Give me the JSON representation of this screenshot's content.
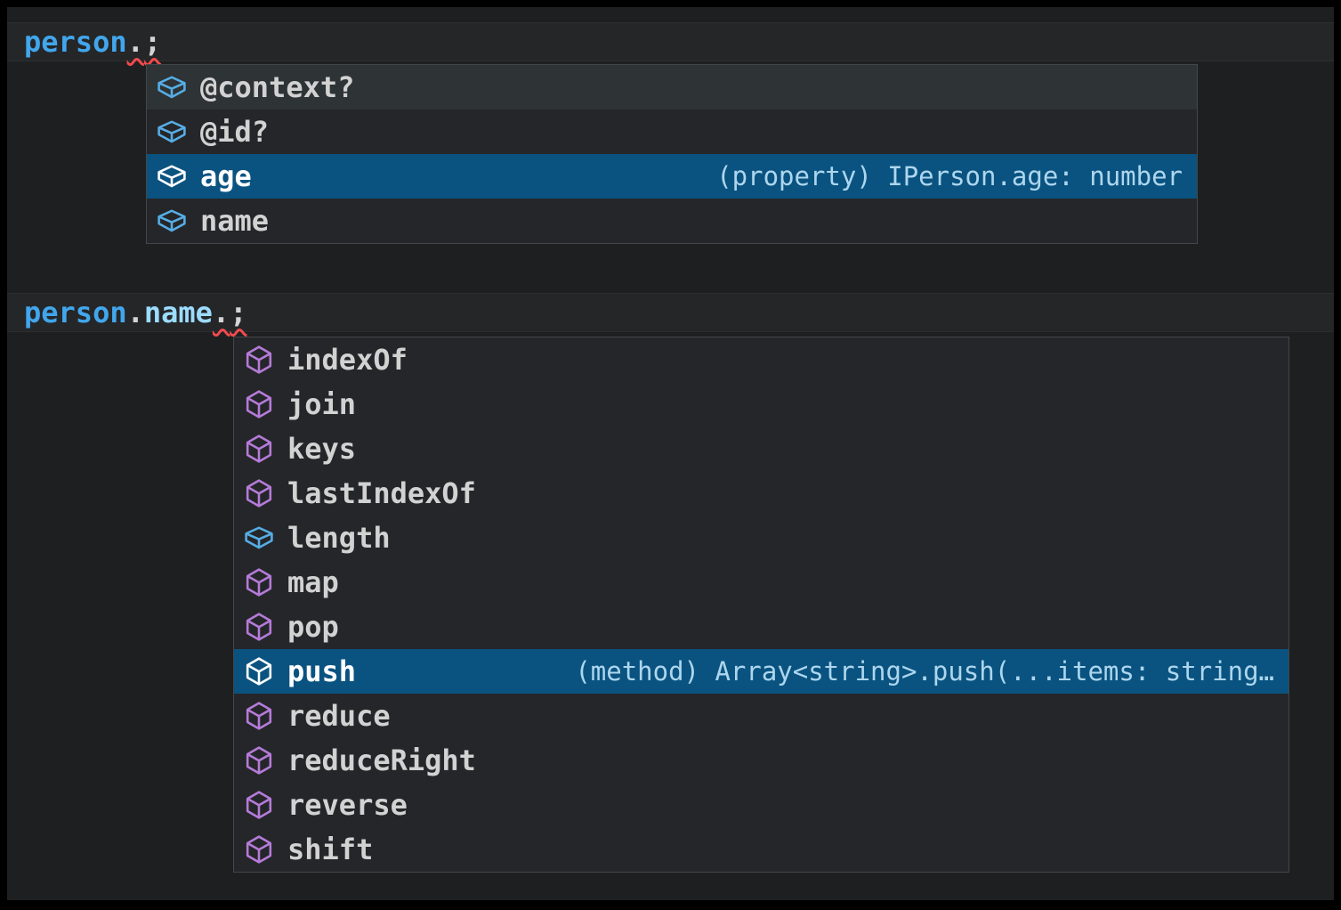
{
  "colors": {
    "frame": "#000000",
    "editor_bg": "#1E1F20",
    "line_highlight_bg": "#242628",
    "line_highlight_border": "#2B2D2F",
    "widget_bg": "#252629",
    "widget_border": "#43474A",
    "row_hover_bg": "#2E3335",
    "row_selected_bg": "#0A5380",
    "label_color": "#D2D2D2",
    "label_selected_color": "#FFFFFF",
    "detail_color": "#ADD6EE",
    "method_icon_color": "#B57BD9",
    "field_icon_color": "#56ADE5",
    "selected_icon_color": "#FFFFFF",
    "variable_color": "#42A6EC",
    "property_color": "#9CDCFE",
    "punctuation_color": "#D4D4D4",
    "squiggle_color": "#F04A4D"
  },
  "code": {
    "line1": {
      "tokens": [
        {
          "text": "person",
          "style": "variable",
          "error": false
        },
        {
          "text": ".",
          "style": "punctuation",
          "error": true
        },
        {
          "text": ";",
          "style": "punctuation",
          "error": true
        }
      ]
    },
    "line2": {
      "tokens": [
        {
          "text": "person",
          "style": "variable",
          "error": false
        },
        {
          "text": ".",
          "style": "punctuation",
          "error": false
        },
        {
          "text": "name",
          "style": "property",
          "error": false
        },
        {
          "text": ".",
          "style": "punctuation",
          "error": true
        },
        {
          "text": ";",
          "style": "punctuation",
          "error": true
        }
      ]
    }
  },
  "suggest_widgets": [
    {
      "id": "suggest1",
      "items": [
        {
          "label": "@context?",
          "kind": "field",
          "state": "hovered",
          "detail": ""
        },
        {
          "label": "@id?",
          "kind": "field",
          "state": "normal",
          "detail": ""
        },
        {
          "label": "age",
          "kind": "field",
          "state": "selected",
          "detail": "(property) IPerson.age: number"
        },
        {
          "label": "name",
          "kind": "field",
          "state": "normal",
          "detail": ""
        }
      ]
    },
    {
      "id": "suggest2",
      "items": [
        {
          "label": "indexOf",
          "kind": "method",
          "state": "normal",
          "detail": ""
        },
        {
          "label": "join",
          "kind": "method",
          "state": "normal",
          "detail": ""
        },
        {
          "label": "keys",
          "kind": "method",
          "state": "normal",
          "detail": ""
        },
        {
          "label": "lastIndexOf",
          "kind": "method",
          "state": "normal",
          "detail": ""
        },
        {
          "label": "length",
          "kind": "field",
          "state": "normal",
          "detail": ""
        },
        {
          "label": "map",
          "kind": "method",
          "state": "normal",
          "detail": ""
        },
        {
          "label": "pop",
          "kind": "method",
          "state": "normal",
          "detail": ""
        },
        {
          "label": "push",
          "kind": "method",
          "state": "selected",
          "detail": "(method) Array<string>.push(...items: string…"
        },
        {
          "label": "reduce",
          "kind": "method",
          "state": "normal",
          "detail": ""
        },
        {
          "label": "reduceRight",
          "kind": "method",
          "state": "normal",
          "detail": ""
        },
        {
          "label": "reverse",
          "kind": "method",
          "state": "normal",
          "detail": ""
        },
        {
          "label": "shift",
          "kind": "method",
          "state": "normal",
          "detail": ""
        }
      ]
    }
  ]
}
